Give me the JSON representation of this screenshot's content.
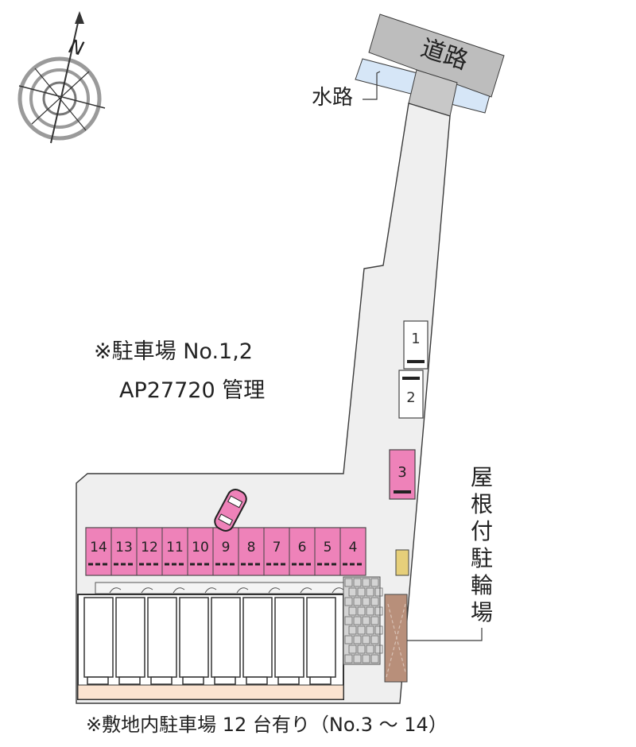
{
  "compass": {
    "north_letter": "N"
  },
  "road": {
    "label": "道路"
  },
  "waterway": {
    "label": "水路"
  },
  "note_parking_top": {
    "line1": "※駐車場 No.1,2",
    "line2": "AP27720 管理"
  },
  "bicycle_parking": {
    "label": [
      "屋",
      "根",
      "付",
      "駐",
      "輪",
      "場"
    ]
  },
  "upper_spots": [
    "1",
    "2"
  ],
  "highlighted_spot": "3",
  "row_spots": [
    "14",
    "13",
    "12",
    "11",
    "10",
    "9",
    "8",
    "7",
    "6",
    "5",
    "4"
  ],
  "note_bottom": "※敷地内駐車場 12 台有り（No.3 ～ 14）",
  "colors": {
    "lot": "#efefef",
    "outline": "#3a3a3a",
    "parking_pink": "#ee82b9",
    "road_gray": "#bdbdbd",
    "water_blue": "#d6e6f7",
    "bike_brown": "#b88f7a",
    "building_strip": "#fbe3d0"
  }
}
